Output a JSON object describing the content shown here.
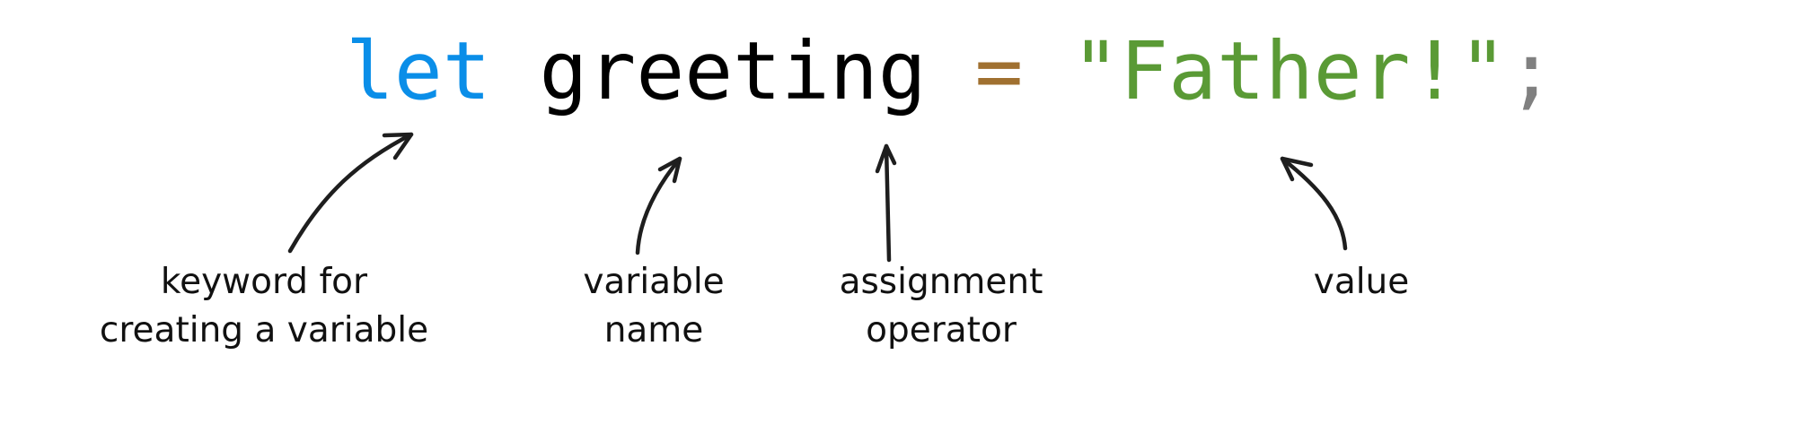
{
  "code": {
    "tokens": [
      {
        "text": "let",
        "kind": "keyword",
        "color": "#0a8ee8"
      },
      {
        "text": " ",
        "kind": "space"
      },
      {
        "text": "greeting",
        "kind": "identifier",
        "color": "#000000"
      },
      {
        "text": " ",
        "kind": "space"
      },
      {
        "text": "=",
        "kind": "operator",
        "color": "#a07030"
      },
      {
        "text": " ",
        "kind": "space"
      },
      {
        "text": "\"Father!\"",
        "kind": "string",
        "color": "#5a9a35"
      },
      {
        "text": ";",
        "kind": "punctuation",
        "color": "#808080"
      }
    ]
  },
  "annotations": [
    {
      "id": "keyword",
      "lines": [
        "keyword for",
        "creating a variable"
      ],
      "points_to": "let"
    },
    {
      "id": "variable-name",
      "lines": [
        "variable",
        "name"
      ],
      "points_to": "greeting"
    },
    {
      "id": "assignment-operator",
      "lines": [
        "assignment",
        "operator"
      ],
      "points_to": "="
    },
    {
      "id": "value",
      "lines": [
        "value"
      ],
      "points_to": "\"Father!\""
    }
  ],
  "icons": {
    "arrow": "hand-drawn-arrow-icon"
  },
  "colors": {
    "keyword": "#0a8ee8",
    "identifier": "#000000",
    "operator": "#a07030",
    "string": "#5a9a35",
    "punctuation": "#808080",
    "annotation_ink": "#1e1e1e"
  }
}
